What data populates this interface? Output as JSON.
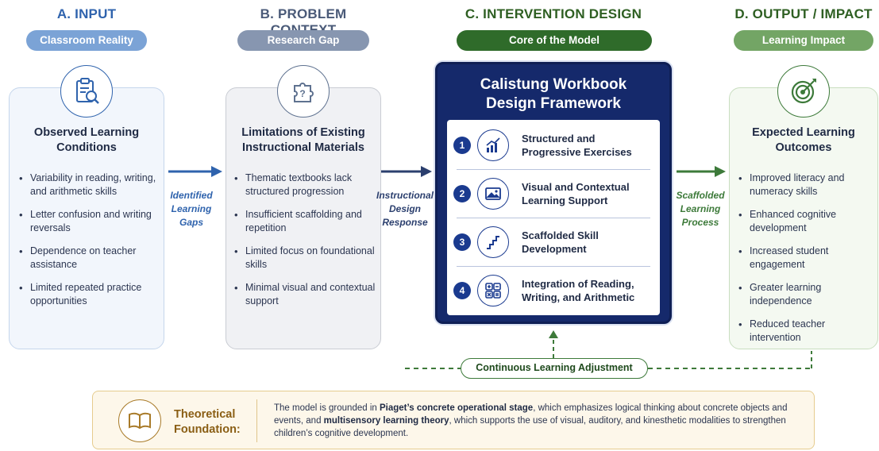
{
  "columns": {
    "a": {
      "title": "A. INPUT",
      "pill": "Classroom Reality",
      "card_title_1": "Observed Learning",
      "card_title_2": "Conditions",
      "bullets": [
        "Variability in reading, writing, and arithmetic skills",
        "Letter confusion and writing reversals",
        "Dependence on teacher assistance",
        "Limited repeated practice opportunities"
      ]
    },
    "b": {
      "title": "B. PROBLEM CONTEXT",
      "pill": "Research Gap",
      "card_title_1": "Limitations of Existing",
      "card_title_2": "Instructional Materials",
      "bullets": [
        "Thematic textbooks lack structured progression",
        "Insufficient scaffolding and repetition",
        "Limited focus on foundational skills",
        "Minimal visual and contextual support"
      ]
    },
    "c": {
      "title": "C. INTERVENTION DESIGN",
      "pill": "Core of the Model",
      "box_title_1": "Calistung Workbook",
      "box_title_2": "Design Framework",
      "steps": [
        {
          "num": "1",
          "line1": "Structured and",
          "line2": "Progressive Exercises",
          "icon": "bar-chart-icon"
        },
        {
          "num": "2",
          "line1": "Visual and Contextual",
          "line2": "Learning Support",
          "icon": "image-icon"
        },
        {
          "num": "3",
          "line1": "Scaffolded Skill",
          "line2": "Development",
          "icon": "stairs-icon"
        },
        {
          "num": "4",
          "line1": "Integration of Reading,",
          "line2": "Writing, and Arithmetic",
          "icon": "calculator-icon"
        }
      ]
    },
    "d": {
      "title": "D. OUTPUT / IMPACT",
      "pill": "Learning Impact",
      "card_title_1": "Expected Learning",
      "card_title_2": "Outcomes",
      "bullets": [
        "Improved literacy and numeracy skills",
        "Enhanced cognitive development",
        "Increased student engagement",
        "Greater learning independence",
        "Reduced teacher intervention"
      ]
    }
  },
  "arrows": {
    "ab": {
      "line1": "Identified",
      "line2": "Learning",
      "line3": "Gaps"
    },
    "bc": {
      "line1": "Instructional",
      "line2": "Design",
      "line3": "Response"
    },
    "cd": {
      "line1": "Scaffolded",
      "line2": "Learning",
      "line3": "Process"
    }
  },
  "feedback_loop": "Continuous Learning Adjustment",
  "foundation": {
    "title_1": "Theoretical",
    "title_2": "Foundation:",
    "text_1": "The model is grounded in ",
    "bold_1": "Piaget’s concrete operational stage",
    "text_2": ", which emphasizes logical thinking about concrete objects and events, and ",
    "bold_2": "multisensory learning theory",
    "text_3": ", which supports the use of visual, auditory, and kinesthetic modalities to strengthen children’s cognitive development."
  },
  "colors": {
    "blue": "#3a6fb5",
    "slate": "#5f7290",
    "navy": "#15296b",
    "green": "#3d7a3a",
    "gold": "#a87a28"
  }
}
